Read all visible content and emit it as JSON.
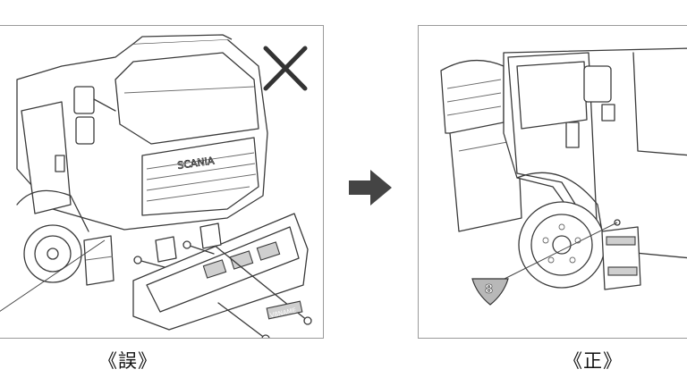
{
  "panels": {
    "wrong": {
      "brand_text": "SCANIA",
      "plate_text": "V8NAME",
      "caption": "《誤》"
    },
    "right": {
      "badge_text": "8",
      "caption": "《正》"
    }
  },
  "colors": {
    "cross_mark": "#333333",
    "arrow": "#444444",
    "frame": "#9a9a9a"
  },
  "icons": {
    "wrong_mark": "x-mark-icon",
    "direction": "arrow-right-icon"
  }
}
